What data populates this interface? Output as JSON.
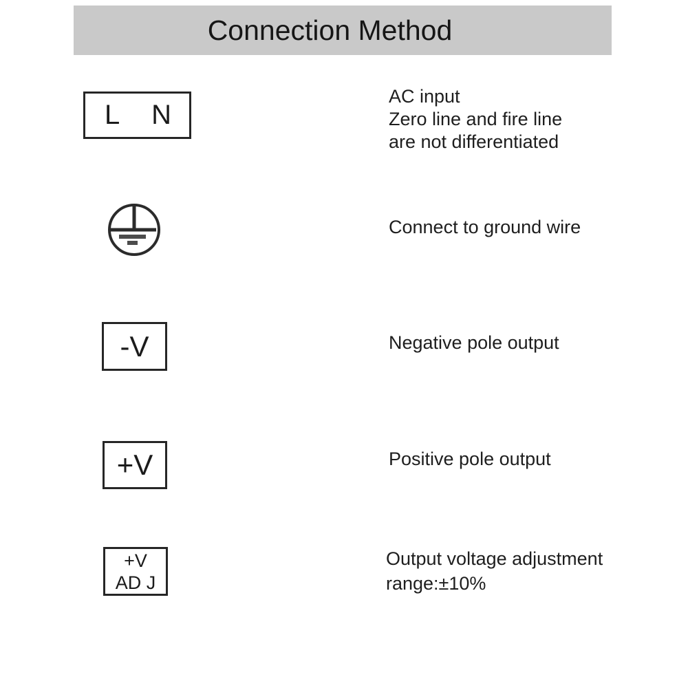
{
  "header": {
    "title": "Connection Method",
    "background_color": "#c9c9c9",
    "text_color": "#161616"
  },
  "colors": {
    "box_border": "#262626",
    "ground_symbol_primary": "#2b2b2b",
    "ground_symbol_bars": "#4c4c4c",
    "body_text": "#1e1e1e",
    "page_background": "#ffffff"
  },
  "rows": [
    {
      "terminal": {
        "kind": "box",
        "labels": [
          "L",
          "N"
        ]
      },
      "description": [
        "AC input",
        "Zero line and fire line",
        "are not differentiated"
      ]
    },
    {
      "terminal": {
        "kind": "icon",
        "icon": "protective-earth-ground-icon"
      },
      "description": [
        "Connect to ground wire"
      ]
    },
    {
      "terminal": {
        "kind": "box",
        "labels": [
          "-V"
        ]
      },
      "description": [
        "Negative pole output"
      ]
    },
    {
      "terminal": {
        "kind": "box",
        "labels": [
          "+V"
        ]
      },
      "description": [
        "Positive pole output"
      ]
    },
    {
      "terminal": {
        "kind": "box",
        "labels": [
          "+V",
          "AD J"
        ]
      },
      "description": [
        "Output voltage adjustment",
        "range:±10%"
      ]
    }
  ]
}
